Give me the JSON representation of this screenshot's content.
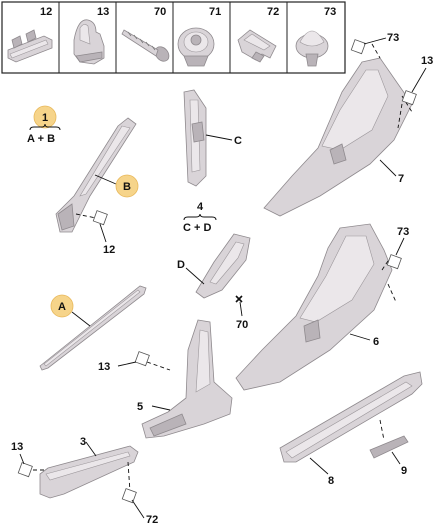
{
  "legend": {
    "items": [
      {
        "ref": "12",
        "icon": "clip-rail-icon"
      },
      {
        "ref": "13",
        "icon": "clip-bracket-icon"
      },
      {
        "ref": "70",
        "icon": "screw-icon"
      },
      {
        "ref": "71",
        "icon": "push-rivet-icon"
      },
      {
        "ref": "72",
        "icon": "spring-clip-icon"
      },
      {
        "ref": "73",
        "icon": "fir-tree-clip-icon"
      }
    ]
  },
  "kits": [
    {
      "ref": "1",
      "formula": "A + B"
    },
    {
      "ref": "4",
      "formula": "C + D"
    }
  ],
  "callouts": {
    "A": "A",
    "B": "B",
    "C": "C",
    "D": "D",
    "p3": "3",
    "p5": "5",
    "p6": "6",
    "p7": "7",
    "p8": "8",
    "p9": "9",
    "c12": "12",
    "c13a": "13",
    "c13b": "13",
    "c13c": "13",
    "c70": "70",
    "c72": "72",
    "c73a": "73",
    "c73b": "73"
  },
  "colors": {
    "part": "#d9d4d8",
    "badge": "#f6d48a"
  }
}
